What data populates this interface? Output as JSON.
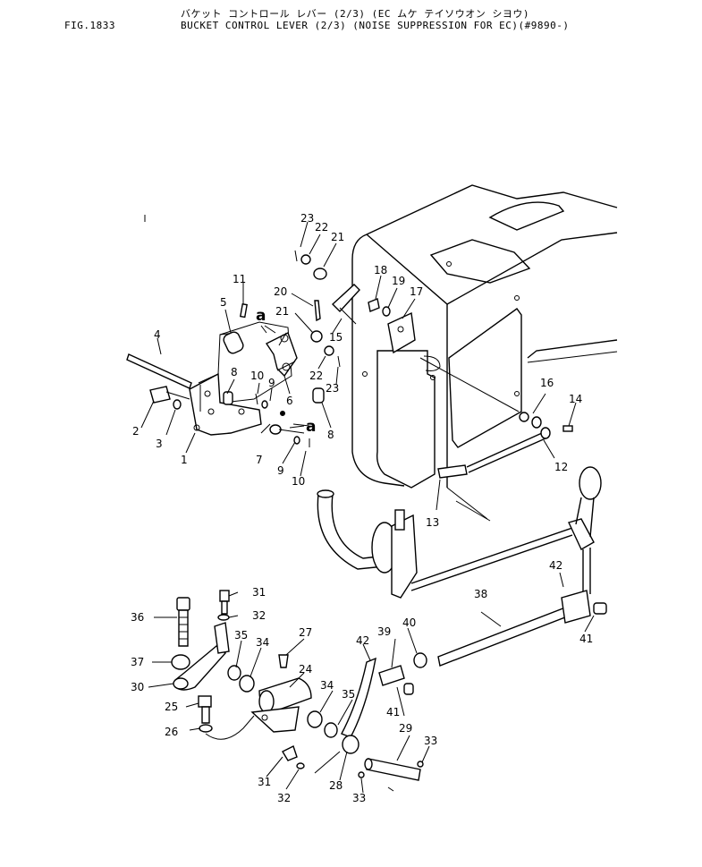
{
  "header": {
    "fig_number": "FIG.1833",
    "title_japanese": "バケット コントロール レバー (2/3) (EC ムケ テイソウオン シヨウ)",
    "title_english": "BUCKET CONTROL LEVER (2/3) (NOISE SUPPRESSION FOR EC)(#9890-)"
  },
  "callouts": [
    {
      "id": "c23a",
      "text": "23"
    },
    {
      "id": "c22a",
      "text": "22"
    },
    {
      "id": "c21a",
      "text": "21"
    },
    {
      "id": "c18",
      "text": "18"
    },
    {
      "id": "c19",
      "text": "19"
    },
    {
      "id": "c17",
      "text": "17"
    },
    {
      "id": "c11",
      "text": "11"
    },
    {
      "id": "c20",
      "text": "20"
    },
    {
      "id": "c21b",
      "text": "21"
    },
    {
      "id": "c15",
      "text": "15"
    },
    {
      "id": "c5",
      "text": "5"
    },
    {
      "id": "c4",
      "text": "4"
    },
    {
      "id": "c22b",
      "text": "22"
    },
    {
      "id": "c23b",
      "text": "23"
    },
    {
      "id": "c8a",
      "text": "8"
    },
    {
      "id": "c10a",
      "text": "10"
    },
    {
      "id": "c9a",
      "text": "9"
    },
    {
      "id": "c6",
      "text": "6"
    },
    {
      "id": "c2",
      "text": "2"
    },
    {
      "id": "c3",
      "text": "3"
    },
    {
      "id": "c1",
      "text": "1"
    },
    {
      "id": "c7",
      "text": "7"
    },
    {
      "id": "c8b",
      "text": "8"
    },
    {
      "id": "c9b",
      "text": "9"
    },
    {
      "id": "c10b",
      "text": "10"
    },
    {
      "id": "c16",
      "text": "16"
    },
    {
      "id": "c14",
      "text": "14"
    },
    {
      "id": "c12",
      "text": "12"
    },
    {
      "id": "c13",
      "text": "13"
    },
    {
      "id": "c42a",
      "text": "42"
    },
    {
      "id": "c38",
      "text": "38"
    },
    {
      "id": "c41a",
      "text": "41"
    },
    {
      "id": "c31a",
      "text": "31"
    },
    {
      "id": "c32a",
      "text": "32"
    },
    {
      "id": "c36",
      "text": "36"
    },
    {
      "id": "c27",
      "text": "27"
    },
    {
      "id": "c35a",
      "text": "35"
    },
    {
      "id": "c34a",
      "text": "34"
    },
    {
      "id": "c42b",
      "text": "42"
    },
    {
      "id": "c39",
      "text": "39"
    },
    {
      "id": "c40",
      "text": "40"
    },
    {
      "id": "c37",
      "text": "37"
    },
    {
      "id": "c24",
      "text": "24"
    },
    {
      "id": "c30",
      "text": "30"
    },
    {
      "id": "c34b",
      "text": "34"
    },
    {
      "id": "c35b",
      "text": "35"
    },
    {
      "id": "c41b",
      "text": "41"
    },
    {
      "id": "c25",
      "text": "25"
    },
    {
      "id": "c26",
      "text": "26"
    },
    {
      "id": "c29",
      "text": "29"
    },
    {
      "id": "c33a",
      "text": "33"
    },
    {
      "id": "c31b",
      "text": "31"
    },
    {
      "id": "c32b",
      "text": "32"
    },
    {
      "id": "c28",
      "text": "28"
    },
    {
      "id": "c33b",
      "text": "33"
    }
  ],
  "ref_marks": [
    {
      "id": "a1",
      "text": "a"
    },
    {
      "id": "a2",
      "text": "a"
    }
  ]
}
